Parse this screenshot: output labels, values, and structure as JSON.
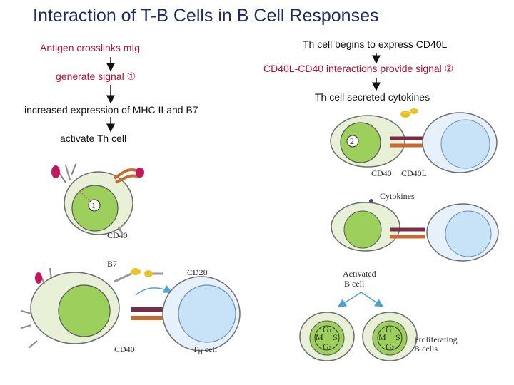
{
  "title": "Interaction of T-B Cells in B Cell Responses",
  "left_steps": [
    "Antigen crosslinks mIg",
    "generate signal ①",
    "increased expression of MHC II and B7",
    "activate Th cell"
  ],
  "right_steps": [
    "Th cell begins to express CD40L",
    "CD40L-CD40 interactions provide signal ②",
    "Th cell secreted cytokines"
  ],
  "figure_labels": {
    "signal1": "1",
    "signal2": "2",
    "cd40_a": "CD40",
    "b7": "B7",
    "cd28": "CD28",
    "cd40_b": "CD40",
    "th_cell": "T",
    "th_sub": "H",
    "th_word": " cell",
    "cd40_c": "CD40",
    "cd40l": "CD40L",
    "cytokines": "Cytokines",
    "activated1": "Activated",
    "activated2": "B cell",
    "g1": "G",
    "g1s": "1",
    "s": "S",
    "m": "M",
    "g2": "G",
    "g2s": "2",
    "prolif1": "Proliferating",
    "prolif2": "B cells"
  },
  "colors": {
    "title": "#1f2c5c",
    "accent_text": "#b3122f",
    "b_cell_nucleus": "#9ccf5c",
    "t_cell_nucleus": "#c8e2f7"
  }
}
